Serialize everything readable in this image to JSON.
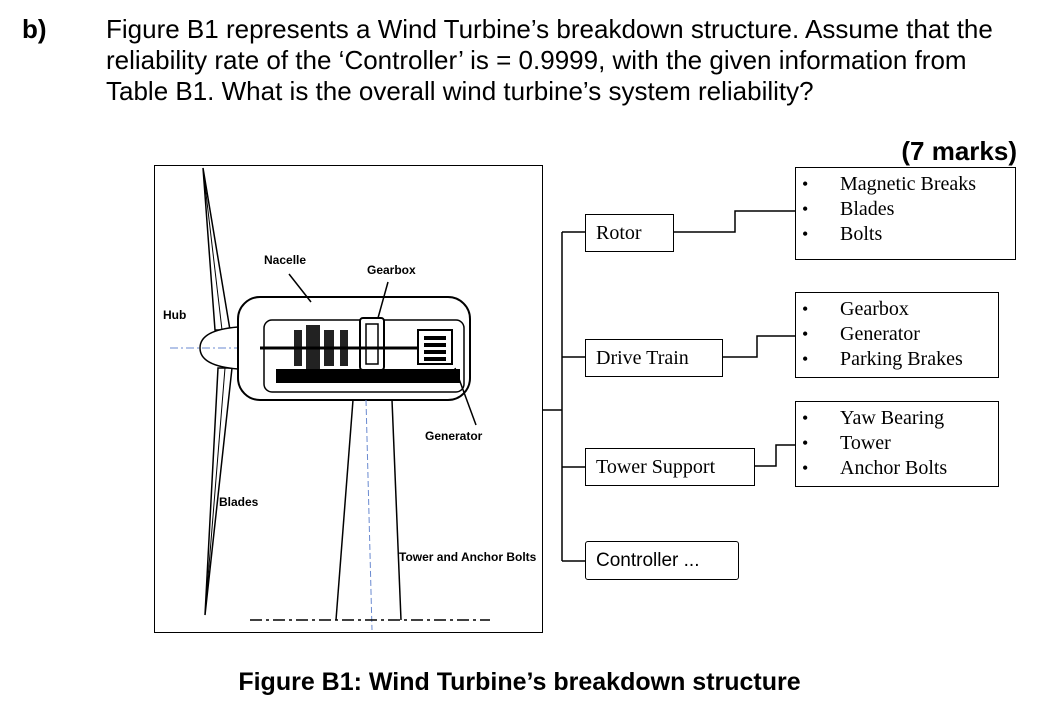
{
  "question": {
    "label": "b)",
    "text": "Figure B1 represents a Wind Turbine’s breakdown structure.  Assume that the reliability rate of the ‘Controller’ is = 0.9999, with the given information from Table B1. What is the overall wind turbine’s system reliability?",
    "marks": "(7 marks)"
  },
  "turbine_labels": {
    "hub": "Hub",
    "nacelle": "Nacelle",
    "gearbox": "Gearbox",
    "generator": "Generator",
    "blades": "Blades",
    "tower": "Tower and Anchor Bolts"
  },
  "subsystems": [
    {
      "label": "Rotor",
      "components": [
        "Magnetic Breaks",
        "Blades",
        "Bolts"
      ]
    },
    {
      "label": "Drive Train",
      "components": [
        "Gearbox",
        "Generator",
        "Parking Brakes"
      ]
    },
    {
      "label": "Tower Support",
      "components": [
        "Yaw Bearing",
        "Tower",
        "Anchor Bolts"
      ]
    },
    {
      "label": "Controller ...",
      "components": []
    }
  ],
  "caption": "Figure B1: Wind Turbine’s breakdown structure"
}
